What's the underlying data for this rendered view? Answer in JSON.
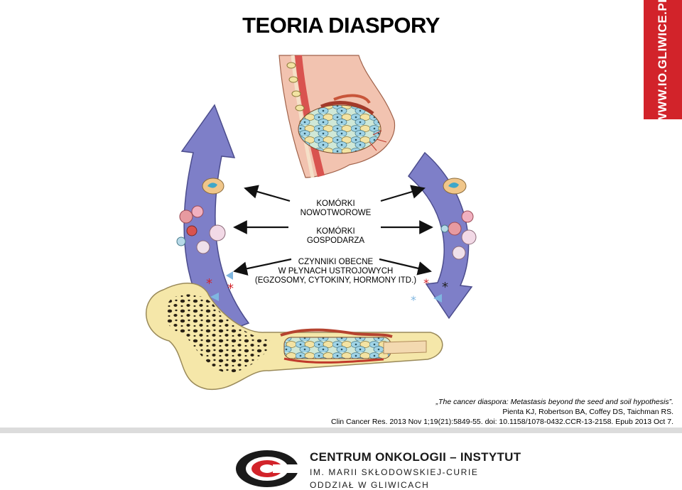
{
  "title": "TEORIA DIASPORY",
  "banner_text": "WWW.IO.GLIWICE.PL",
  "labels": {
    "tumor_cells": "KOMÓRKI\nNOWOTWOROWE",
    "host_cells": "KOMÓRKI\nGOSPODARZA",
    "factors": "CZYNNIKI OBECNE\nW PŁYNACH USTROJOWYCH\n(EGZOSOMY, CYTOKINY, HORMONY ITD.)"
  },
  "citation": {
    "line1": "„The cancer diaspora: Metastasis beyond the seed and soil hypothesis”.",
    "line2": "Pienta KJ, Robertson BA, Coffey DS, Taichman RS.",
    "line3": "Clin Cancer Res. 2013 Nov 1;19(21):5849-55. doi: 10.1158/1078-0432.CCR-13-2158. Epub 2013 Oct 7."
  },
  "logo": {
    "line1": "CENTRUM ONKOLOGII – INSTYTUT",
    "line2": "IM. MARII SKŁODOWSKIEJ-CURIE",
    "line3": "ODDZIAŁ W GLIWICACH"
  },
  "colors": {
    "banner_red": "#d2232a",
    "cycle_arrow_purple": "#7e7fc8",
    "bone_yellow": "#f5e7a9",
    "tissue_pink": "#f2c3b0",
    "tumor_cell_blue": "#9fd3e6",
    "logo_red": "#d2232a"
  },
  "icons": [
    "cycle-arrow-left",
    "cycle-arrow-right",
    "breast-tissue-illustration",
    "bone-illustration",
    "double-headed-arrow"
  ]
}
